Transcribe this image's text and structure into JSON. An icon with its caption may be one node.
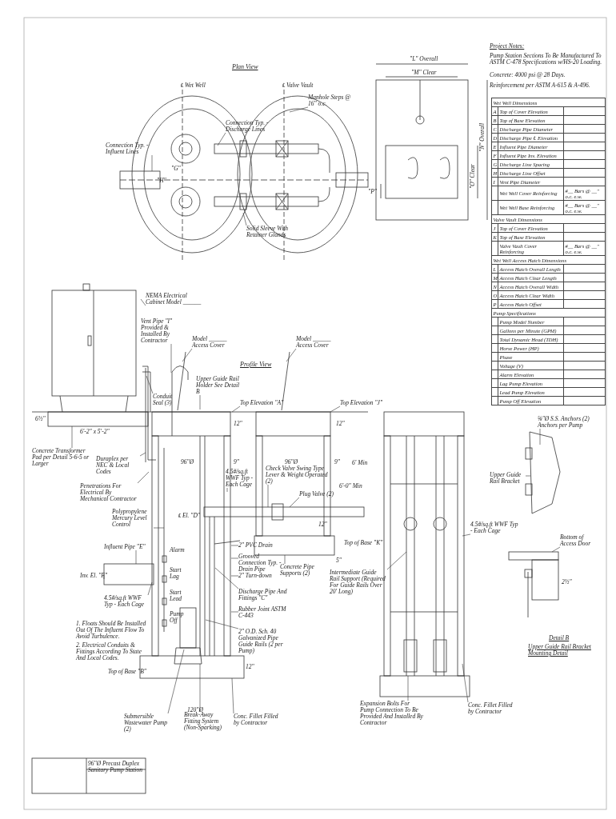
{
  "diagram": {
    "nodes": [
      {
        "text": [
          "Manhole Steps @ 16\" o.c."
        ]
      },
      {
        "text": [
          "Connection Typ. - Discharge Lines"
        ]
      },
      {
        "text": [
          "Connection Typ. - Influent Lines"
        ]
      },
      {
        "text": [
          "Solid Sleeve With Retainer Glands"
        ]
      },
      {
        "text": [
          "NEMA Electrical Cabinet Model ______"
        ]
      },
      {
        "text": [
          "Vent Pipe \"I\" Provided & Installed By Contractor"
        ]
      },
      {
        "text": [
          "Model ______ Access Cover"
        ]
      },
      {
        "text": [
          "Model ______ Access Cover"
        ]
      },
      {
        "text": [
          "Conduit Seal (3)"
        ]
      },
      {
        "text": [
          "Upper Guide Rail Holder See Detail B"
        ]
      },
      {
        "text": [
          "Top Elevation \"A\""
        ]
      },
      {
        "text": [
          "Top Elevation \"J\""
        ]
      },
      {
        "text": [
          "Concrete Transformer Pad per Detail 5-6-5 or Larger"
        ]
      },
      {
        "text": [
          "Duraplex per NEC & Local Codes"
        ]
      },
      {
        "text": [
          "Penetrations For Electrical By Mechanical Contractor"
        ]
      },
      {
        "text": [
          "4.5#/sq.ft WWF Typ - Each Cage"
        ]
      },
      {
        "text": [
          "Check Valve Swing Type Lever & Weight Operated (2)"
        ]
      },
      {
        "text": [
          "Plug Valve (2)"
        ]
      },
      {
        "text": [
          "Polypropylene Mercury Level Control"
        ]
      },
      {
        "text": [
          "Influent Pipe \"E\""
        ]
      },
      {
        "text": [
          "Inv. El. \"F\""
        ]
      },
      {
        "text": [
          "4.5#/sq.ft WWF Typ - Each Cage"
        ]
      },
      {
        "text": [
          "2\" PVC Drain"
        ]
      },
      {
        "text": [
          "Grooved Connection Typ. - Drain Pipe"
        ]
      },
      {
        "text": [
          "2\" Turn-down"
        ]
      },
      {
        "text": [
          "Discharge Pipe And Fittings \"C\""
        ]
      },
      {
        "text": [
          "Rubber Joint ASTM C-443"
        ]
      },
      {
        "text": [
          "2\" O.D. Sch. 40 Galvanized Pipe Guide Rails (2 per Pump)"
        ]
      },
      {
        "text": [
          "Concrete Pipe Supports (2)"
        ]
      },
      {
        "text": [
          "Submersible Wastewater Pump (2)"
        ]
      },
      {
        "text": [
          "Break-Away Fitting System (Non-Sparking)"
        ]
      },
      {
        "text": [
          "Conc. Fillet Filled by Contractor"
        ]
      },
      {
        "text": [
          "Intermediate Guide Rail Support (Required For Guide Rails Over 20' Long)"
        ]
      },
      {
        "text": [
          "4.5#/sq.ft WWF Typ - Each Cage"
        ]
      },
      {
        "text": [
          "Expansion Bolts For Pump Connection To Be Provided And Installed By Contractor"
        ]
      },
      {
        "text": [
          "Conc. Fillet Filled by Contractor"
        ]
      },
      {
        "text": [
          "⅝\"Ø S.S. Anchors (2) Anchors per Pump"
        ]
      },
      {
        "text": [
          "Upper Guide Rail Bracket"
        ]
      },
      {
        "text": [
          "Bottom of Access Door"
        ]
      },
      {
        "text": [],
        "shape": "picture"
      }
    ],
    "edges": [
      {
        "from": 0,
        "to": null,
        "arrow": "none"
      },
      {
        "from": 1,
        "to": null,
        "arrow": "none"
      },
      {
        "from": 2,
        "to": null,
        "arrow": "none"
      },
      {
        "from": 3,
        "to": null,
        "arrow": "none"
      },
      {
        "from": 4,
        "to": 39,
        "arrow": "none"
      },
      {
        "from": 5,
        "to": null,
        "arrow": "none"
      },
      {
        "from": 6,
        "to": null,
        "arrow": "none"
      },
      {
        "from": 7,
        "to": null,
        "arrow": "none"
      },
      {
        "from": 8,
        "to": null,
        "arrow": "none"
      },
      {
        "from": 9,
        "to": null,
        "arrow": "none"
      },
      {
        "from": 10,
        "to": null,
        "arrow": "none"
      },
      {
        "from": 11,
        "to": null,
        "arrow": "none"
      },
      {
        "from": 12,
        "to": null,
        "arrow": "none"
      },
      {
        "from": 13,
        "to": null,
        "arrow": "none"
      },
      {
        "from": 14,
        "to": null,
        "arrow": "none"
      },
      {
        "from": 15,
        "to": null,
        "arrow": "none"
      },
      {
        "from": 16,
        "to": null,
        "arrow": "none"
      },
      {
        "from": 17,
        "to": null,
        "arrow": "none"
      },
      {
        "from": 18,
        "to": null,
        "arrow": "none"
      },
      {
        "from": 19,
        "to": null,
        "arrow": "none"
      },
      {
        "from": 20,
        "to": null,
        "arrow": "none"
      },
      {
        "from": 21,
        "to": null,
        "arrow": "none"
      },
      {
        "from": 22,
        "to": null,
        "arrow": "none"
      },
      {
        "from": 23,
        "to": null,
        "arrow": "none"
      },
      {
        "from": 24,
        "to": null,
        "arrow": "none"
      },
      {
        "from": 25,
        "to": null,
        "arrow": "none"
      },
      {
        "from": 26,
        "to": null,
        "arrow": "none"
      },
      {
        "from": 27,
        "to": null,
        "arrow": "none"
      },
      {
        "from": 28,
        "to": null,
        "arrow": "none"
      },
      {
        "from": 29,
        "to": null,
        "arrow": "none"
      },
      {
        "from": 30,
        "to": null,
        "arrow": "none"
      },
      {
        "from": 31,
        "to": null,
        "arrow": "none"
      },
      {
        "from": 32,
        "to": null,
        "arrow": "none"
      },
      {
        "from": 33,
        "to": null,
        "arrow": "none"
      },
      {
        "from": 34,
        "to": null,
        "arrow": "none"
      },
      {
        "from": 35,
        "to": null,
        "arrow": "none"
      },
      {
        "from": 36,
        "to": null,
        "arrow": "none"
      },
      {
        "from": 37,
        "to": null,
        "arrow": "none"
      },
      {
        "from": 38,
        "to": null,
        "arrow": "none"
      }
    ],
    "labels": [
      "Project Notes:",
      "Pump Station Sections To Be Manufactured To ASTM C-478 Specifications w/HS-20 Loading.",
      "Concrete: 4000 psi @ 28 Days.",
      "Reinforcement per ASTM A-615 & A-496.",
      "Wet Well Dimensions",
      "A",
      "Top of Cover Elevation",
      "B",
      "Top of Base Elevation",
      "C",
      "Discharge Pipe Diameter",
      "D",
      "Discharge Pipe ℄ Elevation",
      "E",
      "Influent Pipe Diameter",
      "F",
      "Influent Pipe Inv. Elevation",
      "G",
      "Discharge Line Spacing",
      "H",
      "Discharge Line Offset",
      "I",
      "Vent Pipe Diameter",
      "Wet Well Cover Reinforcing",
      "#__ Bars @ __\" o.c. e.w.",
      "Wet Well Base Reinforcing",
      "#__ Bars @ __\" o.c. e.w.",
      "Valve Vault Dimensions",
      "J",
      "Top of Cover Elevation",
      "K",
      "Top of Base Elevation",
      "Valve Vault Cover Reinforcing",
      "#__ Bars @ __\" o.c. e.w.",
      "Wet Well Access Hatch Dimensions",
      "L",
      "Access Hatch Overall Length",
      "M",
      "Access Hatch Clear Length",
      "N",
      "Access Hatch Overall Width",
      "O",
      "Access Hatch Clear Width",
      "P",
      "Access Hatch Offset",
      "Pump Specifications",
      "Pump Model Number",
      "Gallons per Minute (GPM)",
      "Total Dynamic Head (TDH)",
      "Horse Power (HP)",
      "Phase",
      "Voltage (V)",
      "Alarm Elevation",
      "Lag Pump Elevation",
      "Lead Pump Elevation",
      "Pump Off Elevation",
      "\"L\" Overall",
      "\"M\" Clear",
      "\"N\" Overall",
      "\"O\" Clear",
      "\"P\"",
      "Plan View",
      "℄ Wet Well",
      "℄ Valve Vault",
      "\"G\"",
      "\"H\"",
      "Profile View",
      "6½\"",
      "6'-2\" x 5'-2\"",
      "12\"",
      "12\"",
      "96\"Ø",
      "9\"",
      "96\"Ø",
      "9\"",
      "6' Min",
      "6'-0\" Min",
      "℄ El. \"D\"",
      "Top of Base \"K\"",
      "12\"",
      "5\"",
      "Alarm",
      "Start Lag",
      "Start Lead",
      "Pump Off",
      "1. Floats Should Be Installed Out Of The Influent Flow To Avoid Turbulence.",
      "2. Electrical Conduits & Fittings According To State And Local Codes.",
      "Top of Base \"B\"",
      "12\"",
      "120\"Ø",
      "2½\"",
      "Detail B",
      "Upper Guide Rail Bracket Mounting Detail",
      "96\"Ø Precast Duplex Sanitary Pump Station"
    ]
  }
}
